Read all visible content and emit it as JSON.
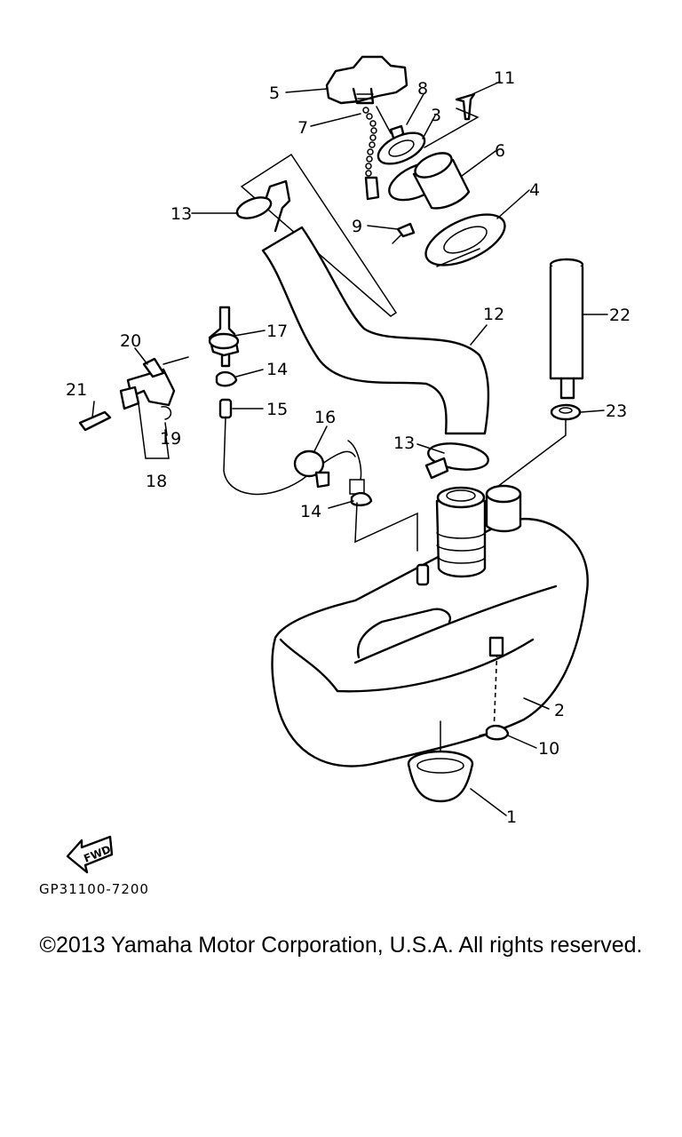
{
  "diagram": {
    "callouts": {
      "c1": "1",
      "c2": "2",
      "c3": "3",
      "c4": "4",
      "c5": "5",
      "c6": "6",
      "c7": "7",
      "c8": "8",
      "c9": "9",
      "c10": "10",
      "c11": "11",
      "c12": "12",
      "c13a": "13",
      "c13b": "13",
      "c14a": "14",
      "c14b": "14",
      "c15": "15",
      "c16": "16",
      "c17": "17",
      "c18": "18",
      "c19": "19",
      "c20": "20",
      "c21": "21",
      "c22": "22",
      "c23": "23"
    },
    "fwd_label": "FWD",
    "drawing_code": "GP31100-7200"
  },
  "footer": {
    "copyright": "©2013 Yamaha Motor Corporation, U.S.A. All rights reserved."
  }
}
